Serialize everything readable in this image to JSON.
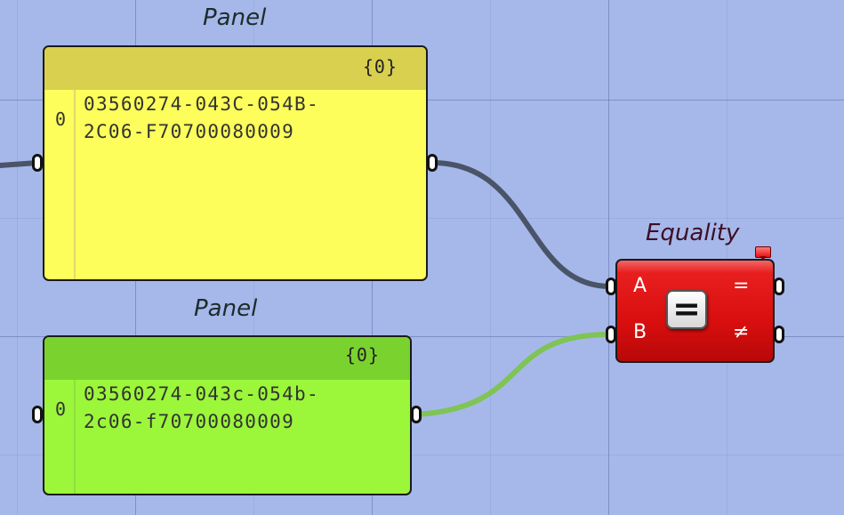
{
  "canvas": {
    "background": "#a6b8ea"
  },
  "panel_yellow": {
    "title": "Panel",
    "path": "{0}",
    "index": "0",
    "text": "03560274-043C-054B-\n2C06-F70700080009",
    "color": "#fdfd5b"
  },
  "panel_green": {
    "title": "Panel",
    "path": "{0}",
    "index": "0",
    "text": "03560274-043c-054b-\n2c06-f70700080009",
    "color": "#9cf63a"
  },
  "equality": {
    "title": "Equality",
    "input_a": "A",
    "input_b": "B",
    "output_equal": "=",
    "output_not_equal": "≠",
    "icon_symbol": "=",
    "color": "#d90f0f"
  },
  "wires": {
    "top_color": "#4a5468",
    "bottom_color": "#7fc454"
  }
}
